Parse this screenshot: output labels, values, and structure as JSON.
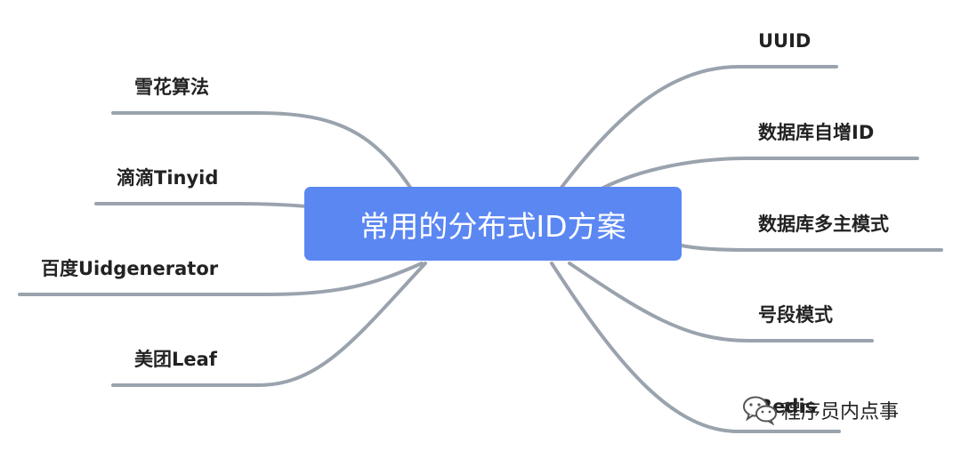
{
  "root": {
    "label": "常用的分布式ID方案"
  },
  "left_branches": [
    {
      "label": "雪花算法"
    },
    {
      "label": "滴滴Tinyid"
    },
    {
      "label": "百度Uidgenerator"
    },
    {
      "label": "美团Leaf"
    }
  ],
  "right_branches": [
    {
      "label": "UUID"
    },
    {
      "label": "数据库自增ID"
    },
    {
      "label": "数据库多主模式"
    },
    {
      "label": "号段模式"
    },
    {
      "label": "Redis"
    }
  ],
  "watermark": {
    "text": "程序员内点事",
    "icon": "wechat-icon"
  },
  "colors": {
    "root_fill": "#5b87f3",
    "connector": "#9aa3ad",
    "text": "#222222"
  }
}
